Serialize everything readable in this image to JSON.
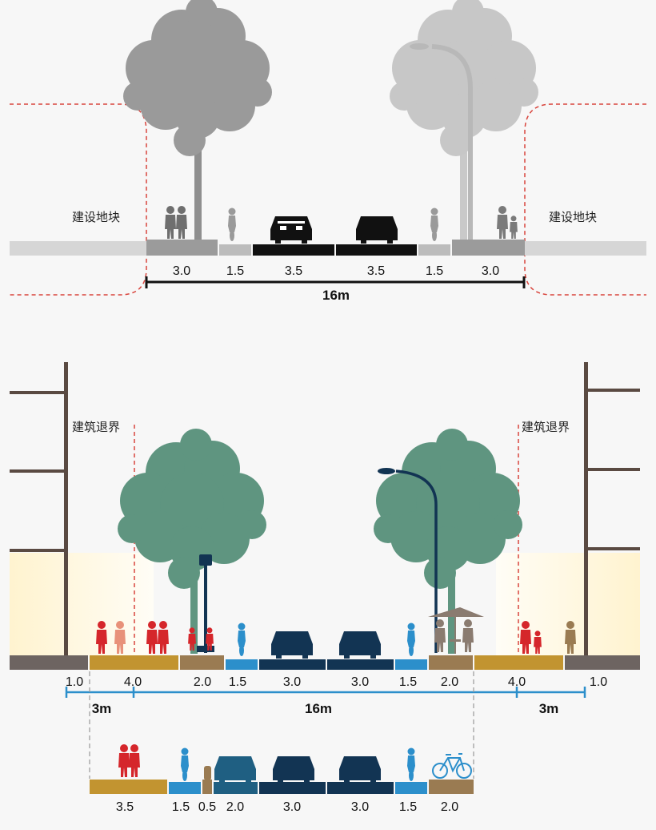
{
  "top_section": {
    "left_label": "建设地块",
    "right_label": "建设地块",
    "widths": [
      "3.0",
      "1.5",
      "3.5",
      "3.5",
      "1.5",
      "3.0"
    ],
    "total": "16m"
  },
  "middle_section": {
    "left_label": "建筑退界",
    "right_label": "建筑退界",
    "widths": [
      "1.0",
      "4.0",
      "2.0",
      "1.5",
      "3.0",
      "3.0",
      "1.5",
      "2.0",
      "4.0",
      "1.0"
    ],
    "left_setback": "3m",
    "total": "16m",
    "right_setback": "3m"
  },
  "bottom_section": {
    "widths": [
      "3.5",
      "1.5",
      "0.5",
      "2.0",
      "3.0",
      "3.0",
      "1.5",
      "2.0"
    ]
  },
  "colors": {
    "grey_tree": "#9a9a9a",
    "green_tree": "#5f9580",
    "ochre": "#c29430",
    "brown": "#9a7b52",
    "light_blue": "#2c8fcb",
    "dark_navy": "#123453",
    "building": "#5a4a42",
    "red_person": "#d5262b",
    "setback_line": "#d9453d"
  }
}
